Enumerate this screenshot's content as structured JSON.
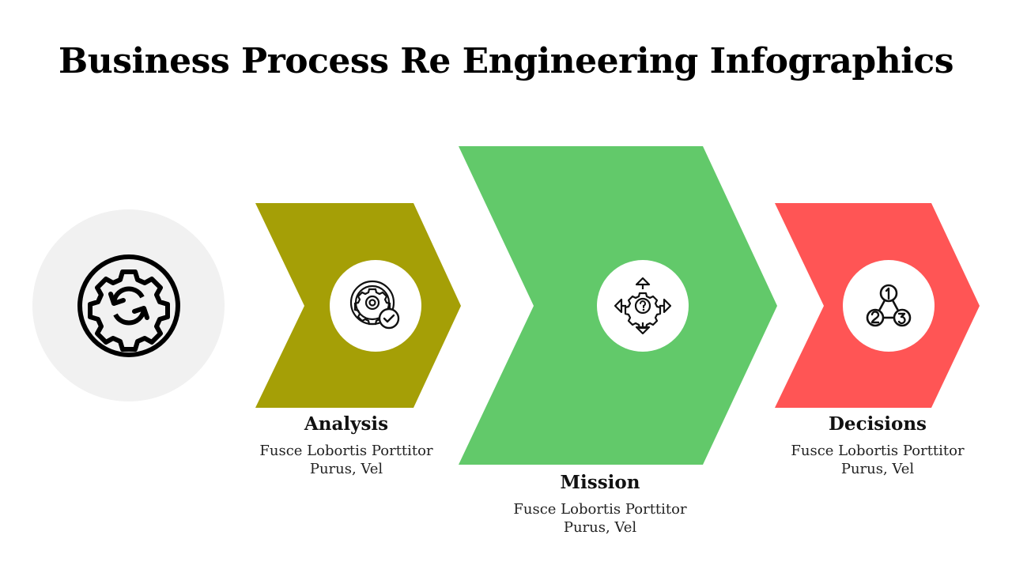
{
  "title": "Business Process Re Engineering Infographics",
  "colors": {
    "analysis": "#a59f06",
    "mission": "#62c96a",
    "decisions": "#ff5555",
    "intro_circle": "#f1f1f1"
  },
  "intro": {
    "icon": "gear-refresh-icon"
  },
  "steps": [
    {
      "label": "Analysis",
      "desc_line1": "Fusce Lobortis Porttitor",
      "desc_line2": "Purus, Vel",
      "icon": "target-gear-check-icon"
    },
    {
      "label": "Mission",
      "desc_line1": "Fusce Lobortis Porttitor",
      "desc_line2": "Purus, Vel",
      "icon": "gear-question-arrows-icon"
    },
    {
      "label": "Decisions",
      "desc_line1": "Fusce Lobortis Porttitor",
      "desc_line2": "Purus, Vel",
      "icon": "numbered-nodes-icon"
    }
  ]
}
